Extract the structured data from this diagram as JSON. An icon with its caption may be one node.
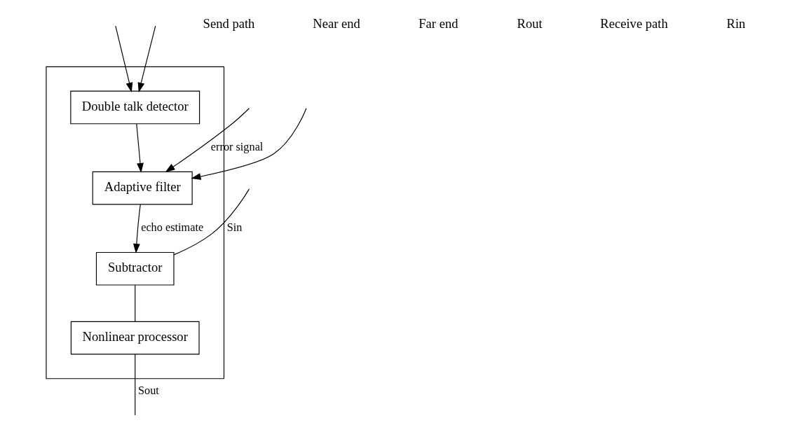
{
  "diagram": {
    "nodes": [
      {
        "text": [],
        "shape": "box"
      },
      {
        "text": [
          "Subtractor"
        ],
        "in": 0
      },
      {
        "text": [
          "Nonlinear processor"
        ],
        "in": 0
      },
      {
        "text": [
          "Double talk detector"
        ],
        "in": 0
      },
      {
        "text": [
          "Adaptive filter"
        ],
        "in": 0
      }
    ],
    "edges": [
      {
        "from": null,
        "to": 1,
        "arrow": "none",
        "label": "Sin"
      },
      {
        "from": 1,
        "to": 2,
        "arrow": "none"
      },
      {
        "from": 2,
        "to": null,
        "arrow": "none",
        "label": "Sout"
      },
      {
        "from": null,
        "to": 3,
        "arrow": "to"
      },
      {
        "from": null,
        "to": 4,
        "arrow": "to",
        "label": "error signal"
      },
      {
        "from": 4,
        "to": 1,
        "arrow": "to",
        "label": "echo estimate"
      },
      {
        "from": 3,
        "to": 4,
        "arrow": "to"
      },
      {
        "from": null,
        "to": 3,
        "arrow": "to"
      },
      {
        "from": null,
        "to": 4,
        "arrow": "to"
      }
    ],
    "labels": [
      "Send path",
      "Near end",
      "Far end",
      "Rout",
      "Receive path",
      "Rin"
    ]
  }
}
